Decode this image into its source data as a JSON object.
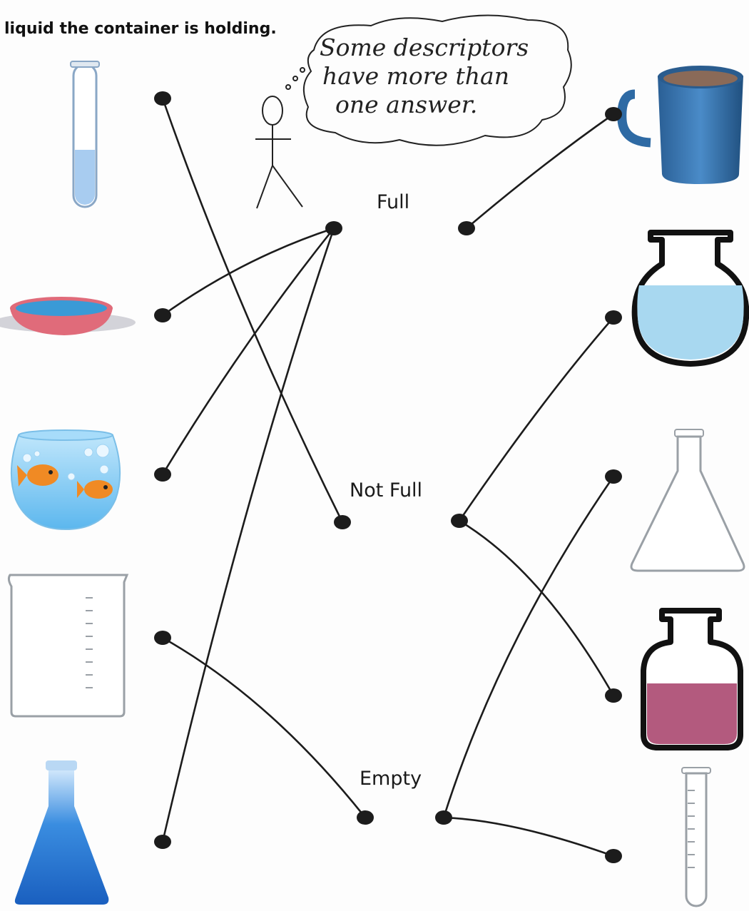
{
  "instructions": {
    "line": "liquid the container is holding."
  },
  "note": {
    "line1": "Some descriptors",
    "line2": "have more than",
    "line3": "one answer."
  },
  "labels": {
    "full": "Full",
    "not_full": "Not Full",
    "empty": "Empty"
  },
  "colors": {
    "ink": "#1c1c1c",
    "water_blue": "#a8ccf0",
    "pink": "#b35a7e",
    "mug_blue": "#2d6fa8",
    "coffee": "#8a6a58"
  },
  "left_items": [
    "test-tube-blue",
    "pet-dish",
    "fish-bowl",
    "empty-beaker",
    "blue-erlenmeyer-flask"
  ],
  "right_items": [
    "coffee-mug",
    "round-flask-blue",
    "empty-erlenmeyer-flask",
    "bottle-pink",
    "empty-test-tube"
  ]
}
